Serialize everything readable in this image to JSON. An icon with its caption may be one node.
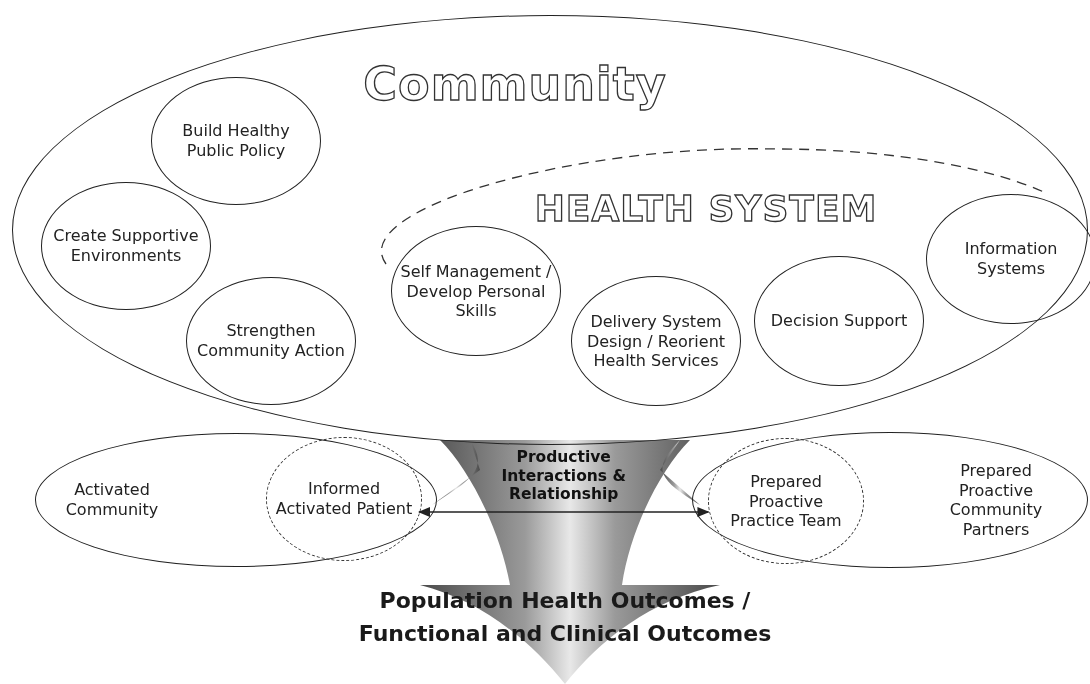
{
  "diagram": {
    "nodes": [
      {
        "text": [
          "Community"
        ]
      },
      {
        "text": [
          "Build Healthy Public Policy"
        ],
        "in": 0
      },
      {
        "text": [
          "Create Supportive Environments"
        ],
        "in": 0
      },
      {
        "text": [
          "Strengthen Community Action"
        ],
        "in": 0
      },
      {
        "text": [
          "HEALTH SYSTEM"
        ],
        "in": 0
      },
      {
        "text": [
          "Self Management / Develop Personal Skills"
        ],
        "in": 0
      },
      {
        "text": [
          "Delivery System Design / Reorient Health Services"
        ],
        "in": 0
      },
      {
        "text": [
          "Decision Support"
        ],
        "in": 0
      },
      {
        "text": [
          "Information Systems"
        ],
        "in": 0
      },
      {
        "text": [
          "Activated Community"
        ]
      },
      {
        "text": [
          "Informed Activated Patient"
        ],
        "in": 9
      },
      {
        "text": [
          "Prepared Proactive Community Partners"
        ]
      },
      {
        "text": [
          "Prepared Proactive Practice Team"
        ],
        "in": 11
      }
    ],
    "edges": [
      {
        "from": 10,
        "to": 12,
        "arrow": "both",
        "label": "Productive Interactions & Relationship"
      }
    ],
    "labels": [
      "Population Health Outcomes / Functional and Clinical Outcomes"
    ]
  }
}
